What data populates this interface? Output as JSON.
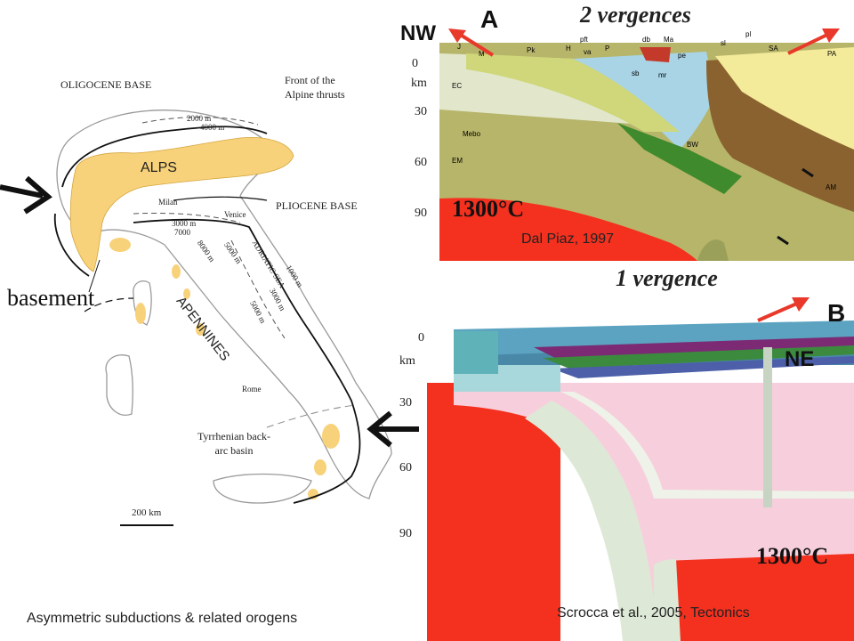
{
  "map": {
    "oligocene_base": "OLIGOCENE BASE",
    "alpine_front": "Front of the Alpine thrusts",
    "alps": "ALPS",
    "pliocene_base": "PLIOCENE BASE",
    "apennines": "APENNINES",
    "adriatic": "ADRIATIC SEA",
    "tyrrhenian": "Tyrrhenian back-arc basin",
    "scale": "200 km",
    "milan": "Milan",
    "venice": "Venice",
    "rome": "Rome",
    "contours": [
      "2000 m",
      "4000 m",
      "3000 m",
      "7000",
      "8000 m",
      "5000 m",
      "1000 m",
      "3000 m",
      "5000 m"
    ],
    "basement": "basement"
  },
  "section_a": {
    "title": "2 vergences",
    "letter": "A",
    "direction": "NW",
    "depths": [
      "0",
      "km",
      "30",
      "60",
      "90"
    ],
    "temperature": "1300°C",
    "credit": "Dal Piaz, 1997",
    "unit_labels": [
      "J",
      "M",
      "Pk",
      "H",
      "pft",
      "va",
      "P",
      "db",
      "Ma",
      "pe",
      "sl",
      "pl",
      "SA",
      "PA",
      "EC",
      "sb",
      "mr",
      "Mebo",
      "BW",
      "EM",
      "AM"
    ]
  },
  "section_b": {
    "title": "1 vergence",
    "letter": "B",
    "direction": "NE",
    "depths": [
      "0",
      "km",
      "30",
      "60",
      "90"
    ],
    "temperature": "1300°C",
    "credit": "Scrocca et al., 2005, Tectonics"
  },
  "footer": {
    "caption": "Asymmetric subductions & related orogens"
  },
  "colors": {
    "arrow_red": "#e8392b",
    "mantle_red": "#f4301e",
    "alps_yellow": "#f8d27a"
  }
}
